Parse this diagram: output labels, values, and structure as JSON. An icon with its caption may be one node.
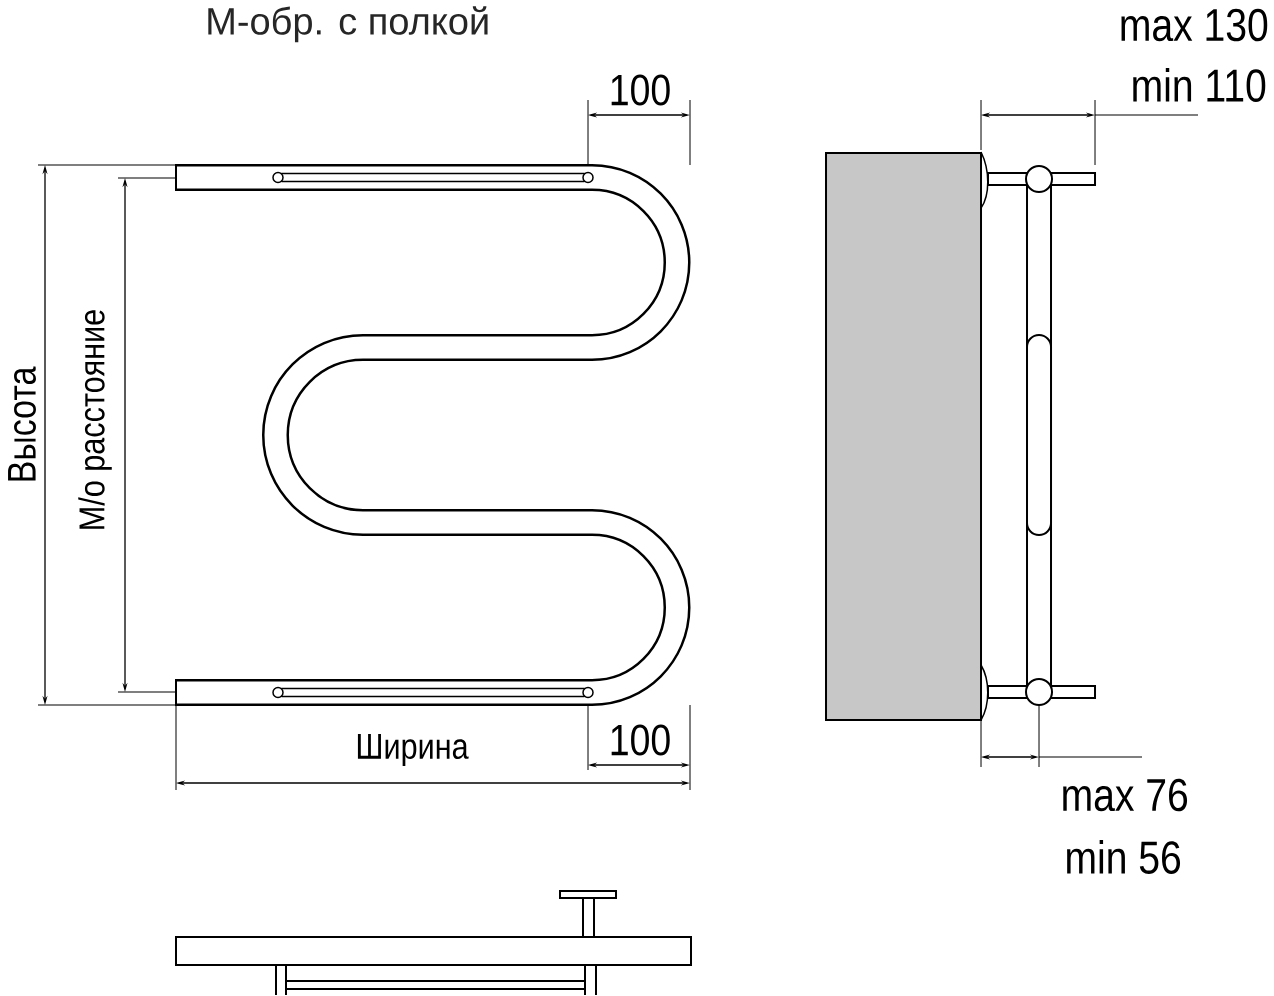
{
  "diagram": {
    "title": "М-обр. с полкой",
    "labels": [
      "100",
      "Высота",
      "М/о расстояние",
      "100",
      "Ширина",
      "max 130",
      "min 110",
      "max 76",
      "min 56"
    ]
  }
}
